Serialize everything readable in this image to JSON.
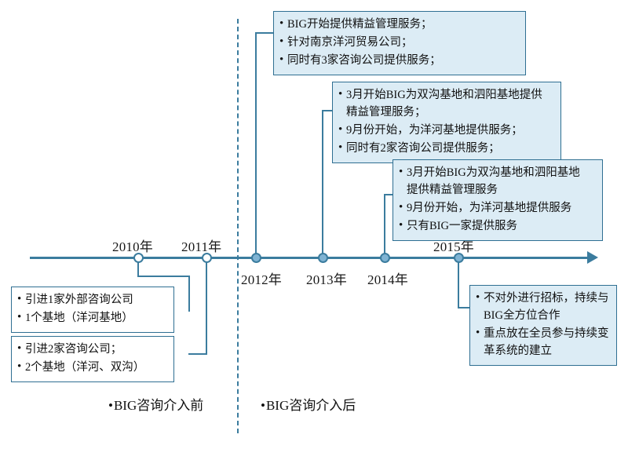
{
  "diagram": {
    "title_absent": true,
    "axis": {
      "arrow_direction": "right",
      "color": "#3b7c9e"
    },
    "divider": {
      "style": "dashed",
      "color": "#3b7c9e"
    },
    "years": [
      {
        "label": "2010年",
        "marker": "hollow",
        "position": "above"
      },
      {
        "label": "2011年",
        "marker": "hollow",
        "position": "above"
      },
      {
        "label": "2012年",
        "marker": "solid",
        "position": "below"
      },
      {
        "label": "2013年",
        "marker": "solid",
        "position": "below"
      },
      {
        "label": "2014年",
        "marker": "solid",
        "position": "below"
      },
      {
        "label": "2015年",
        "marker": "solid",
        "position": "above"
      }
    ],
    "callouts": {
      "y2012": {
        "style": "filled",
        "items": [
          "BIG开始提供精益管理服务；",
          "针对南京洋河贸易公司；",
          "同时有3家咨询公司提供服务；"
        ]
      },
      "y2013": {
        "style": "filled",
        "items": [
          "3月开始BIG为双沟基地和泗阳基地提供\n精益管理服务；",
          "9月份开始，为洋河基地提供服务；",
          "同时有2家咨询公司提供服务；"
        ]
      },
      "y2014": {
        "style": "filled",
        "items": [
          "3月开始BIG为双沟基地和泗阳基地\n提供精益管理服务",
          "9月份开始，为洋河基地提供服务",
          "只有BIG一家提供服务"
        ]
      },
      "y2015": {
        "style": "filled",
        "items": [
          "不对外进行招标，持续与\nBIG全方位合作",
          "重点放在全员参与持续变\n革系统的建立"
        ]
      },
      "y2010": {
        "style": "plain",
        "items": [
          "引进1家外部咨询公司",
          "1个基地（洋河基地）"
        ]
      },
      "y2011": {
        "style": "plain",
        "items": [
          "引进2家咨询公司；",
          "2个基地（洋河、双沟）"
        ]
      }
    },
    "legend": {
      "before": "BIG咨询介入前",
      "after": "BIG咨询介入后",
      "bullet": "•"
    }
  }
}
